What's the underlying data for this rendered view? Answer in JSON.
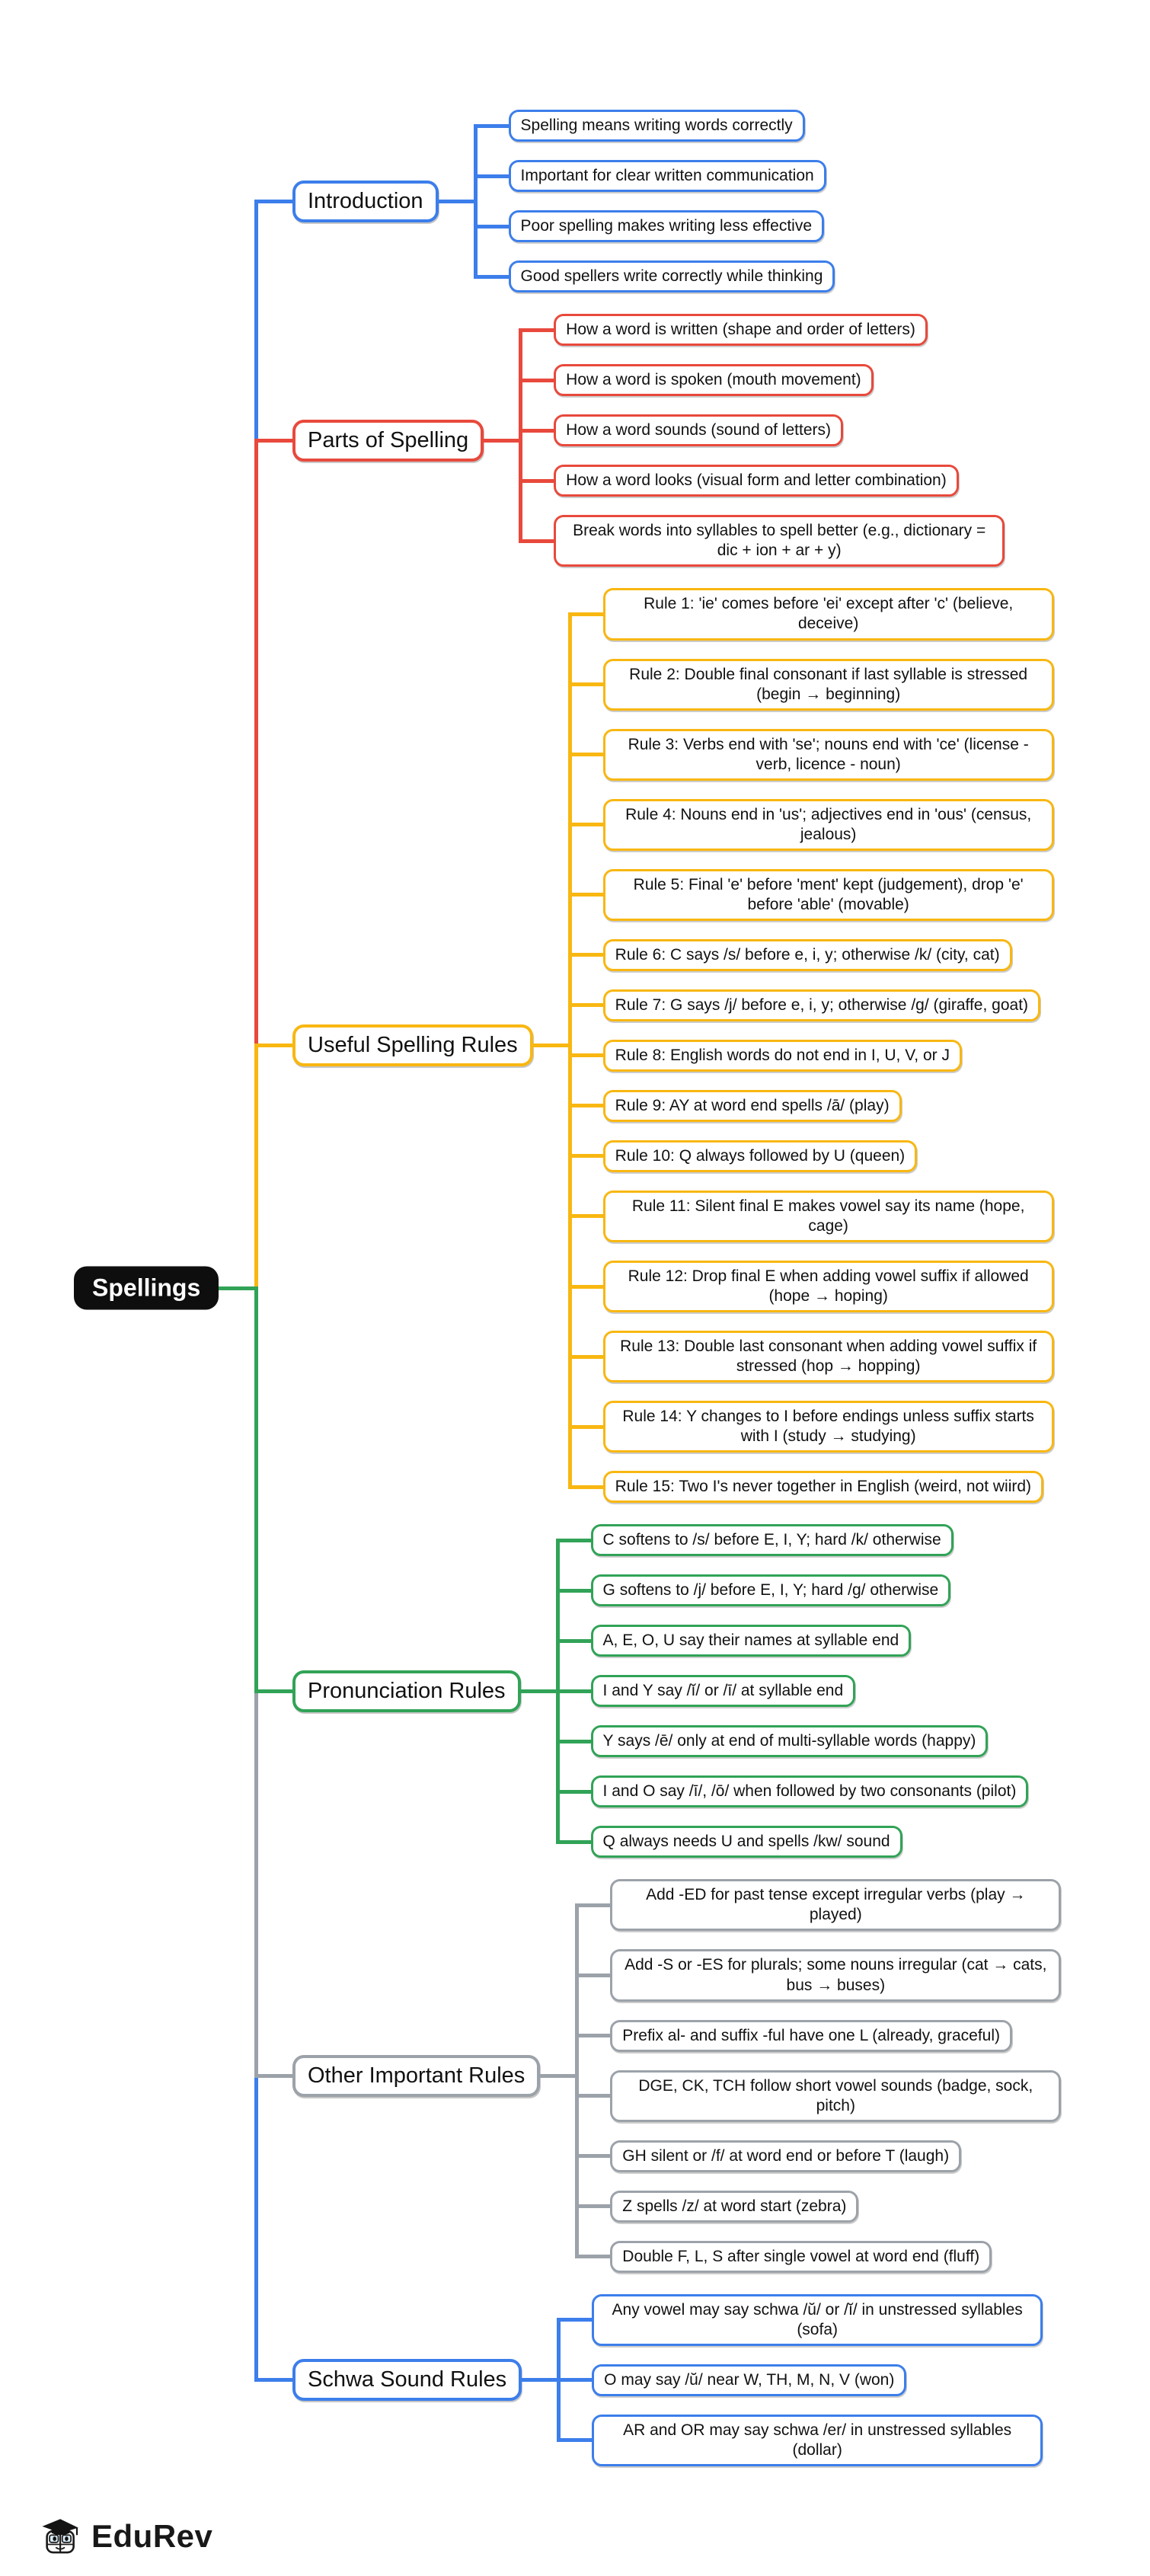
{
  "root": {
    "label": "Spellings"
  },
  "colors": {
    "blue": "#3c7eeb",
    "red": "#e8493c",
    "yellow": "#f8b711",
    "green": "#31a357",
    "gray": "#9ca2a9",
    "root_bg": "#0e0e0e",
    "root_join": "#31a357"
  },
  "branches": [
    {
      "id": "introduction",
      "label": "Introduction",
      "color": "#3c7eeb",
      "children": [
        {
          "text": "Spelling means writing words correctly"
        },
        {
          "text": "Important for clear written communication"
        },
        {
          "text": "Poor spelling makes writing less effective"
        },
        {
          "text": "Good spellers write correctly while thinking"
        }
      ]
    },
    {
      "id": "parts-of-spelling",
      "label": "Parts of Spelling",
      "color": "#e8493c",
      "children": [
        {
          "text": "How a word is written (shape and order of letters)"
        },
        {
          "text": "How a word is spoken (mouth movement)"
        },
        {
          "text": "How a word sounds (sound of letters)"
        },
        {
          "text": "How a word looks (visual form and letter combination)"
        },
        {
          "text": "Break words into syllables to spell better (e.g., dictionary = dic + ion + ar + y)"
        }
      ]
    },
    {
      "id": "useful-spelling-rules",
      "label": "Useful Spelling Rules",
      "color": "#f8b711",
      "children": [
        {
          "text": "Rule 1: 'ie' comes before 'ei' except after 'c' (believe, deceive)"
        },
        {
          "text": "Rule 2: Double final consonant if last syllable is stressed (begin → beginning)"
        },
        {
          "text": "Rule 3: Verbs end with 'se'; nouns end with 'ce' (license - verb, licence - noun)"
        },
        {
          "text": "Rule 4: Nouns end in 'us'; adjectives end in 'ous' (census, jealous)"
        },
        {
          "text": "Rule 5: Final 'e' before 'ment' kept (judgement), drop 'e' before 'able' (movable)"
        },
        {
          "text": "Rule 6: C says /s/ before e, i, y; otherwise /k/ (city, cat)"
        },
        {
          "text": "Rule 7: G says /j/ before e, i, y; otherwise /g/ (giraffe, goat)"
        },
        {
          "text": "Rule 8: English words do not end in I, U, V, or J"
        },
        {
          "text": "Rule 9: AY at word end spells /ā/ (play)"
        },
        {
          "text": "Rule 10: Q always followed by U (queen)"
        },
        {
          "text": "Rule 11: Silent final E makes vowel say its name (hope, cage)"
        },
        {
          "text": "Rule 12: Drop final E when adding vowel suffix if allowed (hope → hoping)"
        },
        {
          "text": "Rule 13: Double last consonant when adding vowel suffix if stressed (hop → hopping)"
        },
        {
          "text": "Rule 14: Y changes to I before endings unless suffix starts with I (study → studying)"
        },
        {
          "text": "Rule 15: Two I's never together in English (weird, not wiird)"
        }
      ]
    },
    {
      "id": "pronunciation-rules",
      "label": "Pronunciation Rules",
      "color": "#31a357",
      "children": [
        {
          "text": "C softens to /s/ before E, I, Y; hard /k/ otherwise"
        },
        {
          "text": "G softens to /j/ before E, I, Y; hard /g/ otherwise"
        },
        {
          "text": "A, E, O, U say their names at syllable end"
        },
        {
          "text": "I and Y say /ĭ/ or /ī/ at syllable end"
        },
        {
          "text": "Y says /ē/ only at end of multi-syllable words (happy)"
        },
        {
          "text": "I and O say /ī/, /ō/ when followed by two consonants (pilot)"
        },
        {
          "text": "Q always needs U and spells /kw/ sound"
        }
      ]
    },
    {
      "id": "other-important-rules",
      "label": "Other Important Rules",
      "color": "#9ca2a9",
      "children": [
        {
          "text": "Add -ED for past tense except irregular verbs (play → played)"
        },
        {
          "text": "Add -S or -ES for plurals; some nouns irregular (cat → cats, bus → buses)"
        },
        {
          "text": "Prefix al- and suffix -ful have one L (already, graceful)"
        },
        {
          "text": "DGE, CK, TCH follow short vowel sounds (badge, sock, pitch)"
        },
        {
          "text": "GH silent or /f/ at word end or before T (laugh)"
        },
        {
          "text": "Z spells /z/ at word start (zebra)"
        },
        {
          "text": "Double F, L, S after single vowel at word end (fluff)"
        }
      ]
    },
    {
      "id": "schwa-sound-rules",
      "label": "Schwa Sound Rules",
      "color": "#3c7eeb",
      "children": [
        {
          "text": "Any vowel may say schwa /ŭ/ or /ĭ/ in unstressed syllables (sofa)"
        },
        {
          "text": "O may say /ŭ/ near W, TH, M, N, V (won)"
        },
        {
          "text": "AR and OR may say schwa /er/ in unstressed syllables (dollar)"
        }
      ]
    }
  ],
  "footer": {
    "brand": "EduRev",
    "logo_icon": "edurev-mascot"
  }
}
